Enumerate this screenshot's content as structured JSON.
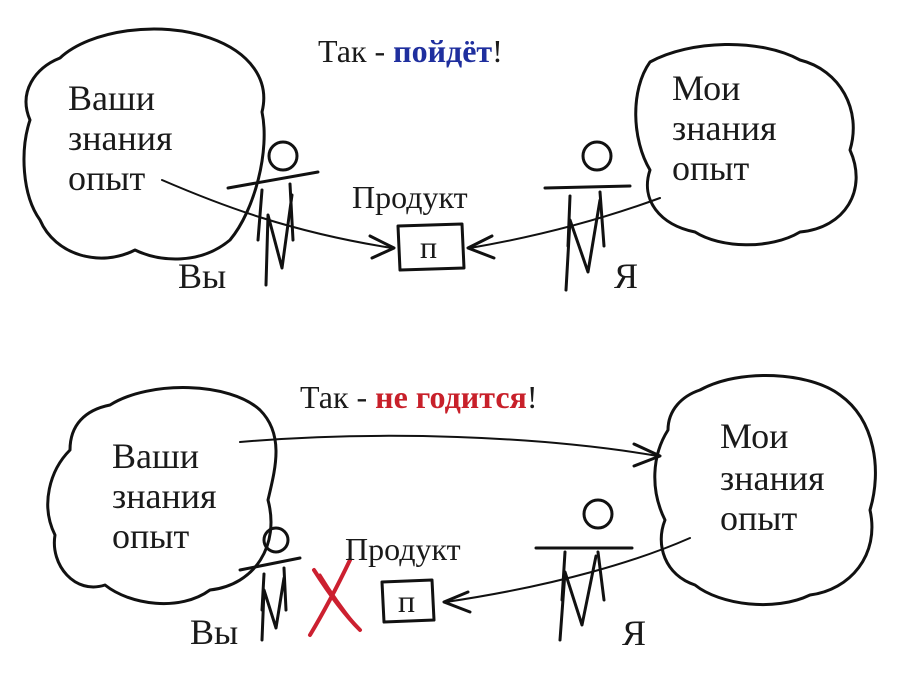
{
  "good": {
    "heading_prefix": "Так - ",
    "heading_accent": "пойдёт",
    "heading_suffix": "!",
    "accent_color": "#1f2f9e",
    "left_cloud": [
      "Ваши",
      "знания",
      "опыт"
    ],
    "right_cloud": [
      "Мои",
      "знания",
      "опыт"
    ],
    "product_label": "Продукт",
    "product_box_letter": "п",
    "you_label": "Вы",
    "me_label": "Я"
  },
  "bad": {
    "heading_prefix": "Так - ",
    "heading_accent": "не годится",
    "heading_suffix": "!",
    "accent_color": "#c8202a",
    "left_cloud": [
      "Ваши",
      "знания",
      "опыт"
    ],
    "right_cloud": [
      "Мои",
      "знания",
      "опыт"
    ],
    "product_label": "Продукт",
    "product_box_letter": "п",
    "you_label": "Вы",
    "me_label": "Я",
    "cross_color": "#cc2030"
  }
}
